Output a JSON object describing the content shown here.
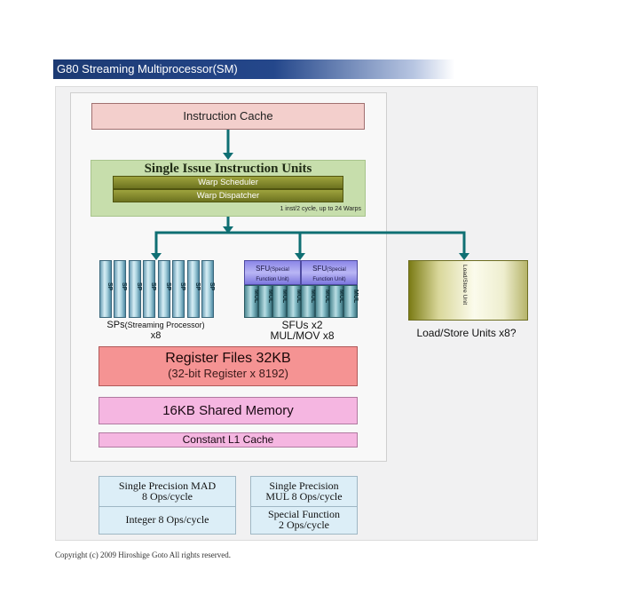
{
  "title": "G80 Streaming Multiprocessor(SM)",
  "instruction_cache": "Instruction Cache",
  "issue": {
    "title": "Single Issue Instruction Units",
    "warp_scheduler": "Warp Scheduler",
    "warp_dispatcher": "Warp Dispatcher",
    "note": "1 inst/2 cycle, up to 24 Warps"
  },
  "sp": {
    "unit_label": "SP",
    "count": 8,
    "label_main": "SPs",
    "label_sub": "(Streaming Processor)",
    "label_count": "x8"
  },
  "sfu": {
    "unit_title": "SFU",
    "unit_sub": "(Special Function Unit)",
    "mul_label": "MUL",
    "mul_count": 8,
    "label_line1": "SFUs x2",
    "label_line2": "MUL/MOV x8"
  },
  "load_store": {
    "unit_label": "Load/Store Unit",
    "label": "Load/Store Units x8?"
  },
  "register_files": {
    "title": "Register Files 32KB",
    "subtitle": "(32-bit Register x 8192)"
  },
  "shared_memory": "16KB Shared Memory",
  "constant_cache": "Constant L1 Cache",
  "performance": {
    "single_mad": [
      "Single Precision MAD",
      "8 Ops/cycle"
    ],
    "integer": "Integer 8 Ops/cycle",
    "single_mul": [
      "Single Precision",
      "MUL 8 Ops/cycle"
    ],
    "special": [
      "Special Function",
      "2 Ops/cycle"
    ]
  },
  "copyright": "Copyright (c) 2009 Hiroshige Goto All rights reserved.",
  "colors": {
    "arrow": "#0f6f73",
    "title_bar": "#1c3a73",
    "register_files": "#f59393",
    "shared_memory": "#f5b6e1"
  }
}
